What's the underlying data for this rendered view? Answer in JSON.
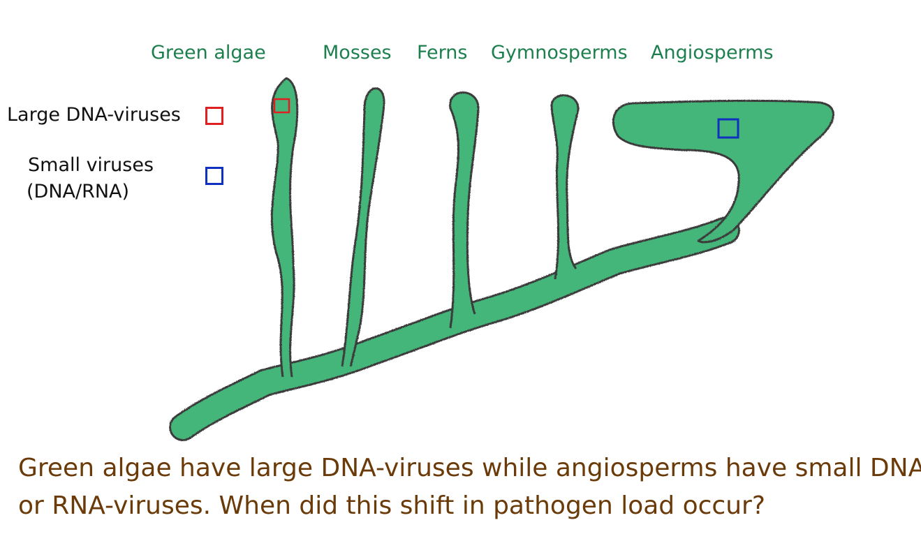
{
  "taxa": {
    "green_algae": "Green algae",
    "mosses": "Mosses",
    "ferns": "Ferns",
    "gymnosperms": "Gymnosperms",
    "angiosperms": "Angiosperms"
  },
  "legend": {
    "large": {
      "label": "Large DNA-viruses",
      "color": "#e02020"
    },
    "small": {
      "label_line1": "Small viruses",
      "label_line2": "(DNA/RNA)",
      "color": "#1030c0"
    }
  },
  "caption": {
    "line1": "Green algae have large DNA-viruses while angiosperms have small DNA-",
    "line2": "or RNA-viruses. When did this shift in pathogen load occur?"
  },
  "colors": {
    "branch_fill": "#45b67a",
    "branch_outline": "#3a3a3a",
    "taxon_text": "#1d7f4e",
    "caption_text": "#6a3a08"
  }
}
